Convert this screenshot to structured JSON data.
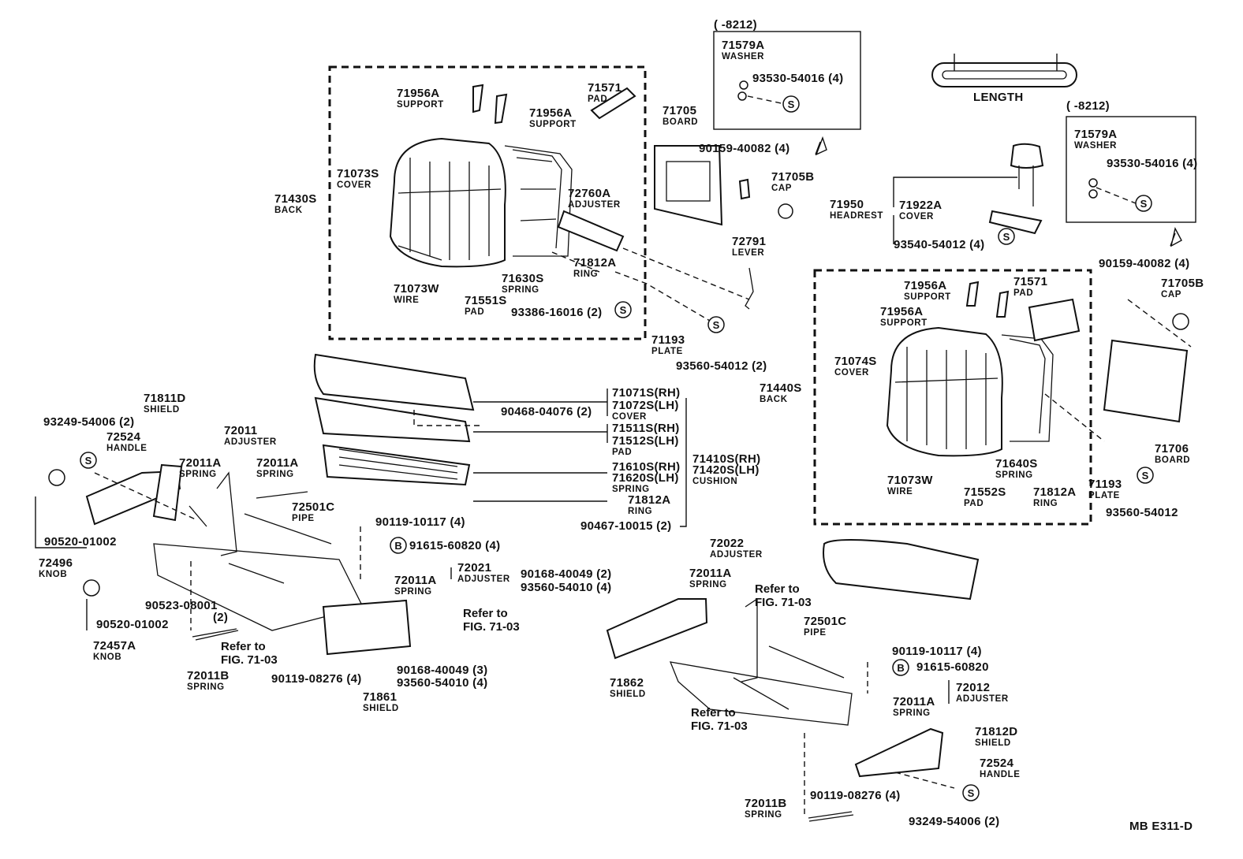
{
  "diagram_code": "MB E311-D",
  "length_label": "LENGTH",
  "inset_left": {
    "range": "(      -8212)",
    "washer_pn": "71579A",
    "washer_nm": "WASHER",
    "screw_pn": "93530-54016 (4)",
    "sym": "S"
  },
  "inset_right": {
    "range": "(      -8212)",
    "washer_pn": "71579A",
    "washer_nm": "WASHER",
    "screw_pn": "93530-54016 (4)",
    "sym": "S"
  },
  "symbols": {
    "s": "S",
    "b": "B"
  },
  "labels": [
    {
      "id": "71956A-a",
      "pn": "71956A",
      "nm": "SUPPORT"
    },
    {
      "id": "71956A-b",
      "pn": "71956A",
      "nm": "SUPPORT"
    },
    {
      "id": "71571-a",
      "pn": "71571",
      "nm": "PAD"
    },
    {
      "id": "71705-a",
      "pn": "71705",
      "nm": "BOARD"
    },
    {
      "id": "71073S",
      "pn": "71073S",
      "nm": "COVER"
    },
    {
      "id": "71430S",
      "pn": "71430S",
      "nm": "BACK"
    },
    {
      "id": "72760A",
      "pn": "72760A",
      "nm": "ADJUSTER"
    },
    {
      "id": "90159-a",
      "pn": "90159-40082 (4)",
      "nm": ""
    },
    {
      "id": "71705B-a",
      "pn": "71705B",
      "nm": "CAP"
    },
    {
      "id": "71812A-a",
      "pn": "71812A",
      "nm": "RING"
    },
    {
      "id": "71630S",
      "pn": "71630S",
      "nm": "SPRING"
    },
    {
      "id": "71073W-a",
      "pn": "71073W",
      "nm": "WIRE"
    },
    {
      "id": "71551S",
      "pn": "71551S",
      "nm": "PAD"
    },
    {
      "id": "93386",
      "pn": "93386-16016 (2)",
      "nm": ""
    },
    {
      "id": "72791",
      "pn": "72791",
      "nm": "LEVER"
    },
    {
      "id": "71193-a",
      "pn": "71193",
      "nm": "PLATE"
    },
    {
      "id": "93560-a",
      "pn": "93560-54012 (2)",
      "nm": ""
    },
    {
      "id": "71950",
      "pn": "71950",
      "nm": "HEADREST"
    },
    {
      "id": "71922A",
      "pn": "71922A",
      "nm": "COVER"
    },
    {
      "id": "93540",
      "pn": "93540-54012 (4)",
      "nm": ""
    },
    {
      "id": "90159-b",
      "pn": "90159-40082 (4)",
      "nm": ""
    },
    {
      "id": "71705B-b",
      "pn": "71705B",
      "nm": "CAP"
    },
    {
      "id": "71956A-c",
      "pn": "71956A",
      "nm": "SUPPORT"
    },
    {
      "id": "71571-b",
      "pn": "71571",
      "nm": "PAD"
    },
    {
      "id": "71956A-d",
      "pn": "71956A",
      "nm": "SUPPORT"
    },
    {
      "id": "71074S",
      "pn": "71074S",
      "nm": "COVER"
    },
    {
      "id": "71440S",
      "pn": "71440S",
      "nm": "BACK"
    },
    {
      "id": "71073W-b",
      "pn": "71073W",
      "nm": "WIRE"
    },
    {
      "id": "71552S",
      "pn": "71552S",
      "nm": "PAD"
    },
    {
      "id": "71640S",
      "pn": "71640S",
      "nm": "SPRING"
    },
    {
      "id": "71812A-b",
      "pn": "71812A",
      "nm": "RING"
    },
    {
      "id": "71193-b",
      "pn": "71193",
      "nm": "PLATE"
    },
    {
      "id": "93560-b",
      "pn": "93560-54012",
      "nm": ""
    },
    {
      "id": "71706",
      "pn": "71706",
      "nm": "BOARD"
    },
    {
      "id": "71811D",
      "pn": "71811D",
      "nm": "SHIELD"
    },
    {
      "id": "93249-a",
      "pn": "93249-54006 (2)",
      "nm": ""
    },
    {
      "id": "72524-a",
      "pn": "72524",
      "nm": "HANDLE"
    },
    {
      "id": "72011",
      "pn": "72011",
      "nm": "ADJUSTER"
    },
    {
      "id": "72011A-a",
      "pn": "72011A",
      "nm": "SPRING"
    },
    {
      "id": "72011A-b",
      "pn": "72011A",
      "nm": "SPRING"
    },
    {
      "id": "90520-a",
      "pn": "90520-01002",
      "nm": ""
    },
    {
      "id": "72496",
      "pn": "72496",
      "nm": "KNOB"
    },
    {
      "id": "72501C-a",
      "pn": "72501C",
      "nm": "PIPE"
    },
    {
      "id": "90119-a",
      "pn": "90119-10117 (4)",
      "nm": ""
    },
    {
      "id": "91615-a",
      "pn": "91615-60820 (4)",
      "nm": ""
    },
    {
      "id": "72021",
      "pn": "72021",
      "nm": "ADJUSTER"
    },
    {
      "id": "72011A-c",
      "pn": "72011A",
      "nm": "SPRING"
    },
    {
      "id": "90523",
      "pn": "90523-08001",
      "nm": ""
    },
    {
      "id": "90523-qty",
      "pn": "(2)",
      "nm": ""
    },
    {
      "id": "90520-b",
      "pn": "90520-01002",
      "nm": ""
    },
    {
      "id": "72457A",
      "pn": "72457A",
      "nm": "KNOB"
    },
    {
      "id": "72011B-a",
      "pn": "72011B",
      "nm": "SPRING"
    },
    {
      "id": "90119-b",
      "pn": "90119-08276 (4)",
      "nm": ""
    },
    {
      "id": "71861",
      "pn": "71861",
      "nm": "SHIELD"
    },
    {
      "id": "90168-a",
      "pn": "90168-40049 (3)",
      "nm": ""
    },
    {
      "id": "93560-c",
      "pn": "93560-54010 (4)",
      "nm": ""
    },
    {
      "id": "90168-b",
      "pn": "90168-40049 (2)",
      "nm": ""
    },
    {
      "id": "93560-d",
      "pn": "93560-54010 (4)",
      "nm": ""
    },
    {
      "id": "71071S",
      "pn": "71071S(RH)",
      "nm": ""
    },
    {
      "id": "71072S",
      "pn": "71072S(LH)",
      "nm": "COVER"
    },
    {
      "id": "90468",
      "pn": "90468-04076 (2)",
      "nm": ""
    },
    {
      "id": "71511S",
      "pn": "71511S(RH)",
      "nm": ""
    },
    {
      "id": "71512S",
      "pn": "71512S(LH)",
      "nm": "PAD"
    },
    {
      "id": "71610S",
      "pn": "71610S(RH)",
      "nm": ""
    },
    {
      "id": "71620S",
      "pn": "71620S(LH)",
      "nm": "SPRING"
    },
    {
      "id": "71410S",
      "pn": "71410S(RH)",
      "nm": ""
    },
    {
      "id": "71420S",
      "pn": "71420S(LH)",
      "nm": "CUSHION"
    },
    {
      "id": "71812A-c",
      "pn": "71812A",
      "nm": "RING"
    },
    {
      "id": "90467",
      "pn": "90467-10015 (2)",
      "nm": ""
    },
    {
      "id": "72022",
      "pn": "72022",
      "nm": "ADJUSTER"
    },
    {
      "id": "72011A-d",
      "pn": "72011A",
      "nm": "SPRING"
    },
    {
      "id": "71862",
      "pn": "71862",
      "nm": "SHIELD"
    },
    {
      "id": "72501C-b",
      "pn": "72501C",
      "nm": "PIPE"
    },
    {
      "id": "90119-c",
      "pn": "90119-10117 (4)",
      "nm": ""
    },
    {
      "id": "91615-b",
      "pn": "91615-60820",
      "nm": ""
    },
    {
      "id": "72012",
      "pn": "72012",
      "nm": "ADJUSTER"
    },
    {
      "id": "72011A-e",
      "pn": "72011A",
      "nm": "SPRING"
    },
    {
      "id": "71812D",
      "pn": "71812D",
      "nm": "SHIELD"
    },
    {
      "id": "72524-b",
      "pn": "72524",
      "nm": "HANDLE"
    },
    {
      "id": "90119-d",
      "pn": "90119-08276 (4)",
      "nm": ""
    },
    {
      "id": "72011B-b",
      "pn": "72011B",
      "nm": "SPRING"
    },
    {
      "id": "93249-b",
      "pn": "93249-54006 (2)",
      "nm": ""
    }
  ],
  "refs": [
    {
      "id": "ref-a",
      "l1": "Refer to",
      "l2": "FIG. 71-03"
    },
    {
      "id": "ref-b",
      "l1": "Refer to",
      "l2": "FIG. 71-03"
    },
    {
      "id": "ref-c",
      "l1": "Refer to",
      "l2": "FIG. 71-03"
    },
    {
      "id": "ref-d",
      "l1": "Refer to",
      "l2": "FIG. 71-03"
    }
  ]
}
